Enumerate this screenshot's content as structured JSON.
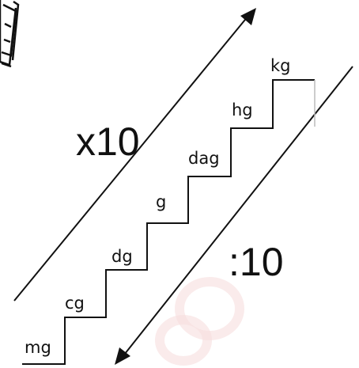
{
  "units": [
    "mg",
    "cg",
    "dg",
    "g",
    "dag",
    "hg",
    "kg"
  ],
  "multiply_label": "x10",
  "divide_label": ":10",
  "colors": {
    "line": "#111111",
    "watermark": "#f7e3e3"
  },
  "icons": {
    "corner_drawing": "sketch-fragment-icon"
  }
}
